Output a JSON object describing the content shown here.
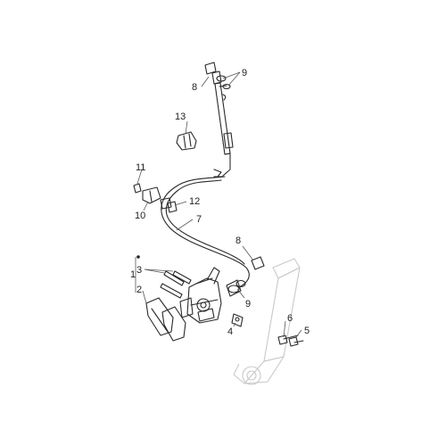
{
  "diagram": {
    "callouts": [
      {
        "id": "c1",
        "text": "1"
      },
      {
        "id": "c2",
        "text": "2"
      },
      {
        "id": "c3",
        "text": "3"
      },
      {
        "id": "c4",
        "text": "4"
      },
      {
        "id": "c5",
        "text": "5"
      },
      {
        "id": "c6",
        "text": "6"
      },
      {
        "id": "c7",
        "text": "7"
      },
      {
        "id": "c8a",
        "text": "8"
      },
      {
        "id": "c8b",
        "text": "8"
      },
      {
        "id": "c9a",
        "text": "9"
      },
      {
        "id": "c9b",
        "text": "9"
      },
      {
        "id": "c10",
        "text": "10"
      },
      {
        "id": "c11",
        "text": "11"
      },
      {
        "id": "c12",
        "text": "12"
      },
      {
        "id": "c13",
        "text": "13"
      }
    ],
    "colors": {
      "line": "#2a2a2a",
      "ghost": "#c9c9c9",
      "label": "#222222"
    }
  }
}
